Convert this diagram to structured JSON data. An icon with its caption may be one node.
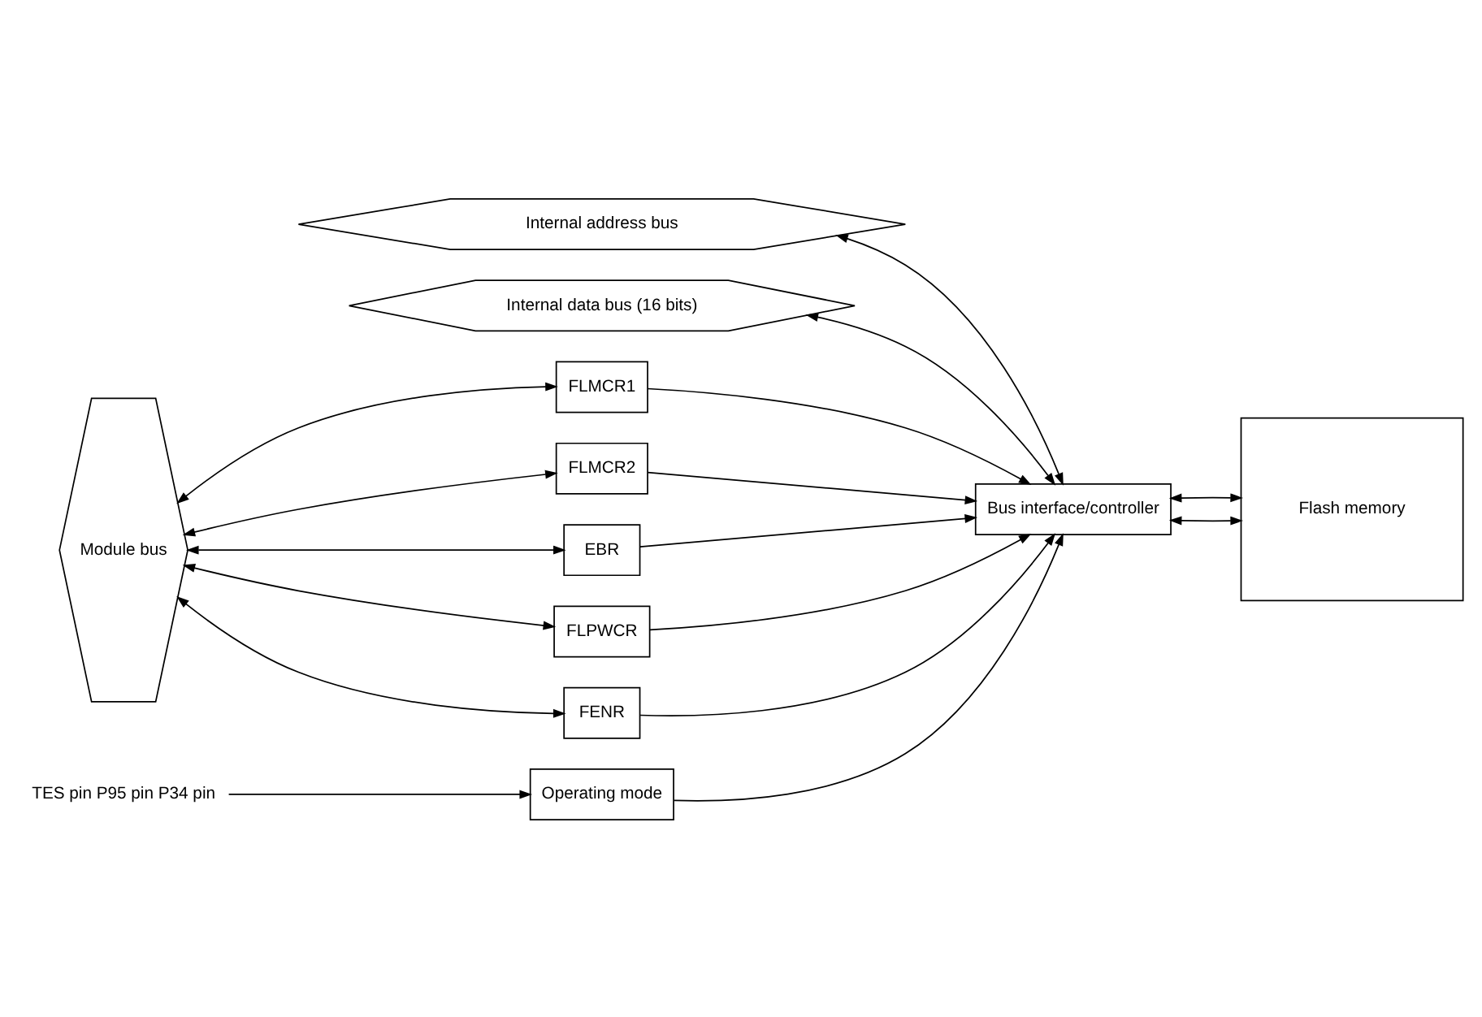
{
  "diagram": {
    "nodes": [
      {
        "text": [
          "Internal address bus"
        ]
      },
      {
        "text": [
          "Internal data bus (16 bits)"
        ]
      },
      {
        "text": [
          "Module bus"
        ]
      },
      {
        "text": [
          "FLMCR1"
        ]
      },
      {
        "text": [
          "FLMCR2"
        ]
      },
      {
        "text": [
          "EBR"
        ]
      },
      {
        "text": [
          "FLPWCR"
        ]
      },
      {
        "text": [
          "FENR"
        ]
      },
      {
        "text": [
          "Bus interface/controller"
        ]
      },
      {
        "text": [
          "Operating mode"
        ]
      },
      {
        "text": [
          "Flash memory"
        ]
      },
      {
        "text": [
          "TES pin P95 pin P34 pin"
        ]
      }
    ],
    "edges": [
      {
        "from": 2,
        "to": 3,
        "arrow": "both"
      },
      {
        "from": 2,
        "to": 4,
        "arrow": "both"
      },
      {
        "from": 2,
        "to": 5,
        "arrow": "both"
      },
      {
        "from": 2,
        "to": 6,
        "arrow": "both"
      },
      {
        "from": 2,
        "to": 7,
        "arrow": "both"
      },
      {
        "from": 3,
        "to": 8,
        "arrow": "to"
      },
      {
        "from": 4,
        "to": 8,
        "arrow": "to"
      },
      {
        "from": 5,
        "to": 8,
        "arrow": "to"
      },
      {
        "from": 6,
        "to": 8,
        "arrow": "to"
      },
      {
        "from": 7,
        "to": 8,
        "arrow": "to"
      },
      {
        "from": 0,
        "to": 8,
        "arrow": "both"
      },
      {
        "from": 1,
        "to": 8,
        "arrow": "both"
      },
      {
        "from": 8,
        "to": 10,
        "arrow": "both"
      },
      {
        "from": 8,
        "to": 10,
        "arrow": "both"
      },
      {
        "from": 9,
        "to": 8,
        "arrow": "to"
      },
      {
        "from": 11,
        "to": 9,
        "arrow": "to"
      }
    ]
  }
}
